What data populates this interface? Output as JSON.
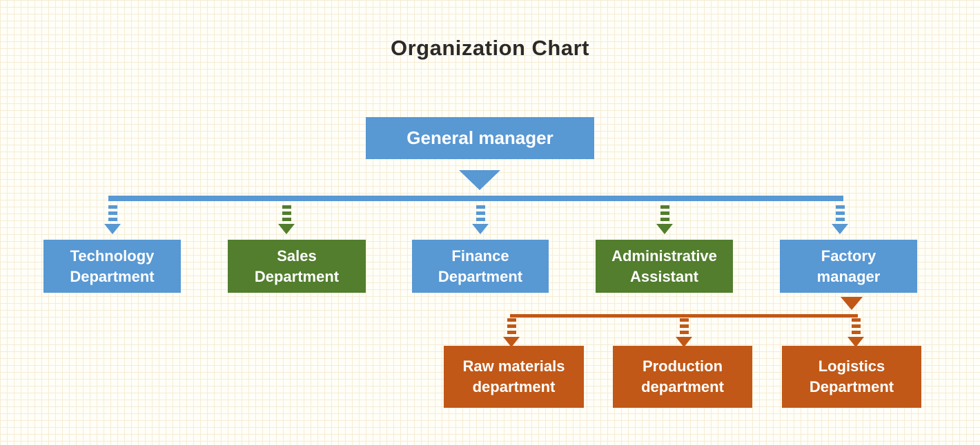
{
  "title": "Organization Chart",
  "org": {
    "root": {
      "label": "General manager",
      "color": "#5898D3"
    },
    "level2": [
      {
        "label": "Technology\nDepartment",
        "color": "#5898D3",
        "color_name": "blue"
      },
      {
        "label": "Sales\nDepartment",
        "color": "#527E2D",
        "color_name": "green"
      },
      {
        "label": "Finance\nDepartment",
        "color": "#5898D3",
        "color_name": "blue"
      },
      {
        "label": "Administrative\nAssistant",
        "color": "#527E2D",
        "color_name": "green"
      },
      {
        "label": "Factory\nmanager",
        "color": "#5898D3",
        "color_name": "blue"
      }
    ],
    "level3_parent": "Factory manager",
    "level3": [
      {
        "label": "Raw materials\ndepartment",
        "color": "#C15817",
        "color_name": "orange"
      },
      {
        "label": "Production\ndepartment",
        "color": "#C15817",
        "color_name": "orange"
      },
      {
        "label": "Logistics\nDepartment",
        "color": "#C15817",
        "color_name": "orange"
      }
    ]
  },
  "colors": {
    "blue": "#5898D3",
    "green": "#527E2D",
    "orange": "#C15817",
    "title_text": "#2B2A28",
    "box_text": "#FFFFFF",
    "background": "#FFFEF8",
    "grid_line": "#F5ECD4"
  }
}
